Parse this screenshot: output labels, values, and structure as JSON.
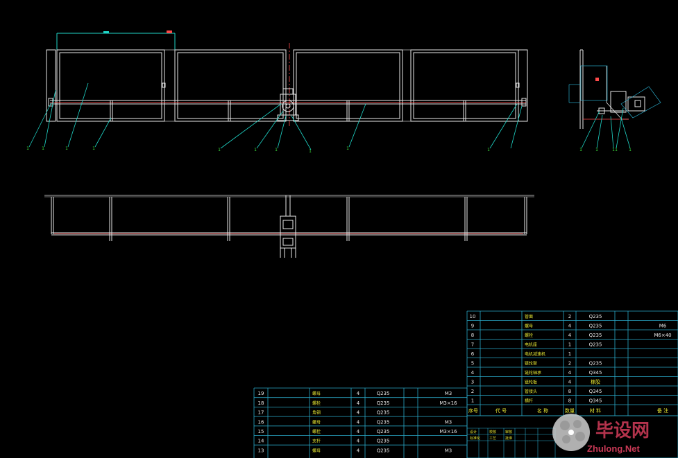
{
  "drawing": {
    "bg_color": "#000000",
    "frame_color": "#e8e8e8",
    "centerline_color": "#ff4a4a",
    "leader_color": "#1fd6c8",
    "grid_color": "#2aa9c8",
    "top_view_callouts": [
      "1",
      "1",
      "1",
      "1",
      "1",
      "1",
      "1",
      "1",
      "1",
      "1"
    ],
    "side_view_callouts": [
      "1",
      "1",
      "1",
      "1",
      "1"
    ]
  },
  "bom_right": {
    "rows": [
      {
        "no": "10",
        "name": "管面",
        "qty": "2",
        "material": "Q235",
        "note": ""
      },
      {
        "no": "9",
        "name": "螺母",
        "qty": "4",
        "material": "Q235",
        "note": "M6"
      },
      {
        "no": "8",
        "name": "螺栓",
        "qty": "4",
        "material": "Q235",
        "note": "M6×40"
      },
      {
        "no": "7",
        "name": "电机座",
        "qty": "1",
        "material": "Q235",
        "note": ""
      },
      {
        "no": "6",
        "name": "电机减速机",
        "qty": "1",
        "material": "",
        "note": ""
      },
      {
        "no": "5",
        "name": "链轮架",
        "qty": "2",
        "material": "Q235",
        "note": ""
      },
      {
        "no": "4",
        "name": "链轮轴承",
        "qty": "4",
        "material": "Q345",
        "note": ""
      },
      {
        "no": "3",
        "name": "链轮板",
        "qty": "4",
        "material": "橡胶",
        "note": ""
      },
      {
        "no": "2",
        "name": "管接头",
        "qty": "8",
        "material": "Q345",
        "note": ""
      },
      {
        "no": "1",
        "name": "横杆",
        "qty": "8",
        "material": "Q345",
        "note": ""
      }
    ],
    "header": {
      "no": "序号",
      "code": "代 号",
      "name": "名 称",
      "qty": "数量",
      "material": "材 料",
      "note": "备 注"
    },
    "title_block": {
      "label_a": "设计",
      "label_b": "校核",
      "label_c": "审核",
      "label_d": "标准化",
      "label_e": "工艺",
      "label_f": "批准"
    }
  },
  "bom_left": {
    "rows": [
      {
        "no": "19",
        "name": "螺母",
        "qty": "4",
        "material": "Q235",
        "note": "M3"
      },
      {
        "no": "18",
        "name": "螺栓",
        "qty": "4",
        "material": "Q235",
        "note": "M3×16"
      },
      {
        "no": "17",
        "name": "角钢",
        "qty": "4",
        "material": "Q235",
        "note": ""
      },
      {
        "no": "16",
        "name": "螺母",
        "qty": "4",
        "material": "Q235",
        "note": "M3"
      },
      {
        "no": "15",
        "name": "螺栓",
        "qty": "4",
        "material": "Q235",
        "note": "M3×16"
      },
      {
        "no": "14",
        "name": "支杆",
        "qty": "4",
        "material": "Q235",
        "note": ""
      },
      {
        "no": "13",
        "name": "螺母",
        "qty": "4",
        "material": "Q235",
        "note": "M3"
      }
    ]
  },
  "watermark": {
    "cn": "毕设网",
    "en": "Zhulong.Net",
    "color": "#e04060"
  }
}
